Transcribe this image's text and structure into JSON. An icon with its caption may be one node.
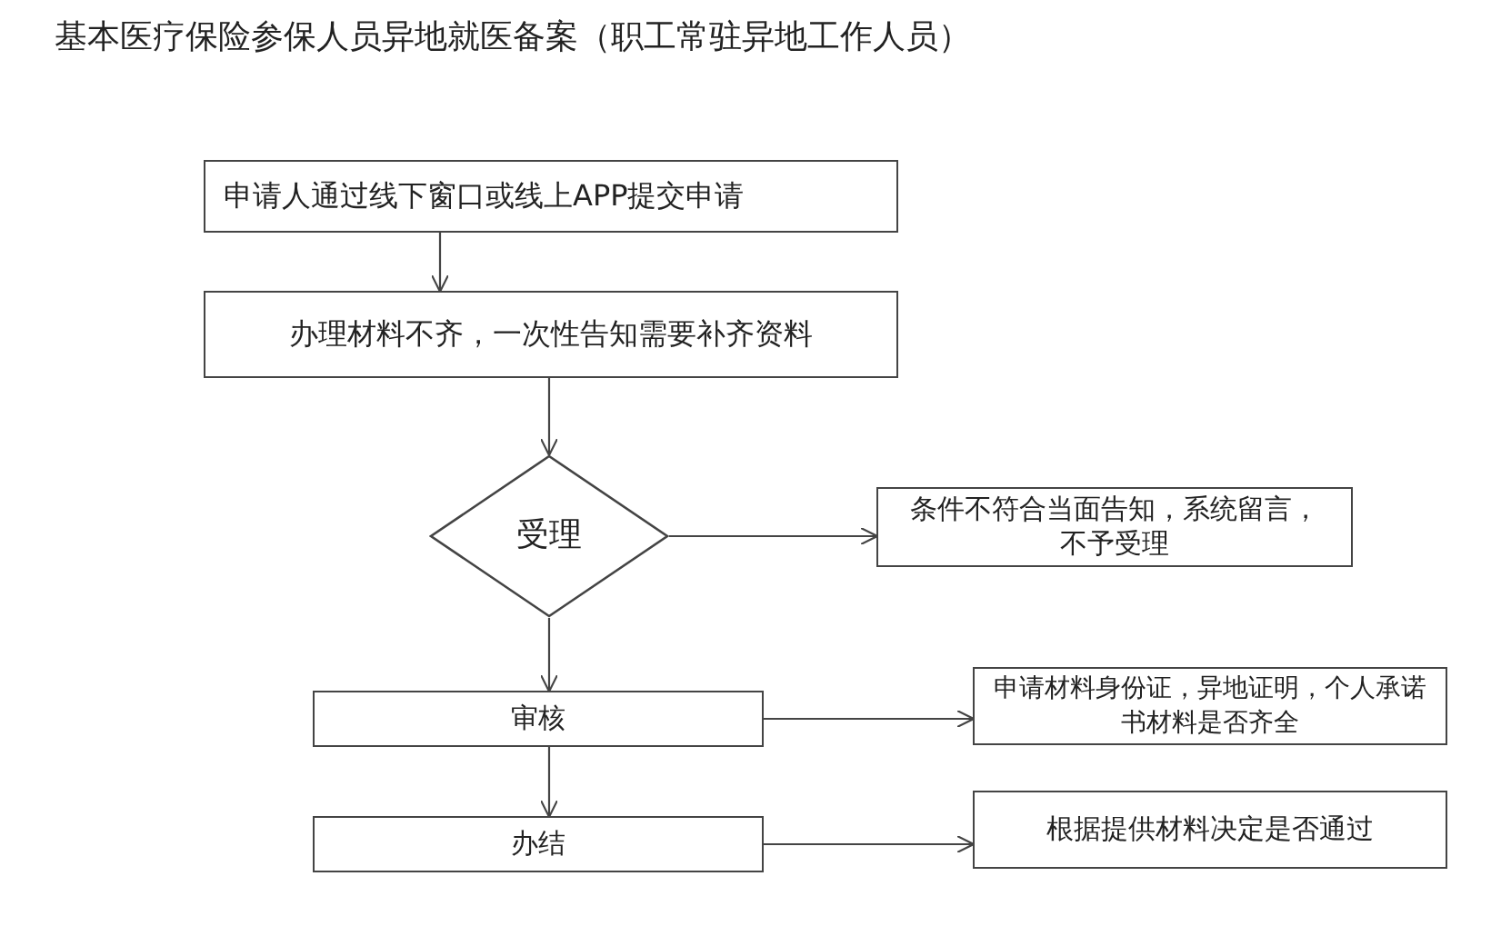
{
  "diagram": {
    "title": "基本医疗保险参保人员异地就医备案（职工常驻异地工作人员）",
    "nodes": [
      {
        "text": [
          "申请人通过线下窗口或线上APP提交申请"
        ]
      },
      {
        "text": [
          "办理材料不齐，一次性告知需要补齐资料"
        ]
      },
      {
        "text": [
          "受理"
        ]
      },
      {
        "text": [
          "条件不符合当面告知，系统留言，不予受理"
        ]
      },
      {
        "text": [
          "审核"
        ]
      },
      {
        "text": [
          "申请材料身份证，异地证明，个人承诺书材料是否齐全"
        ]
      },
      {
        "text": [
          "办结"
        ]
      },
      {
        "text": [
          "根据提供材料决定是否通过"
        ]
      }
    ],
    "edges": [
      {
        "from": 0,
        "to": 1,
        "arrow": "to"
      },
      {
        "from": 1,
        "to": 2,
        "arrow": "to"
      },
      {
        "from": 2,
        "to": 3,
        "arrow": "to"
      },
      {
        "from": 2,
        "to": 4,
        "arrow": "to"
      },
      {
        "from": 4,
        "to": 5,
        "arrow": "to"
      },
      {
        "from": 4,
        "to": 6,
        "arrow": "to"
      },
      {
        "from": 6,
        "to": 7,
        "arrow": "to"
      }
    ]
  }
}
